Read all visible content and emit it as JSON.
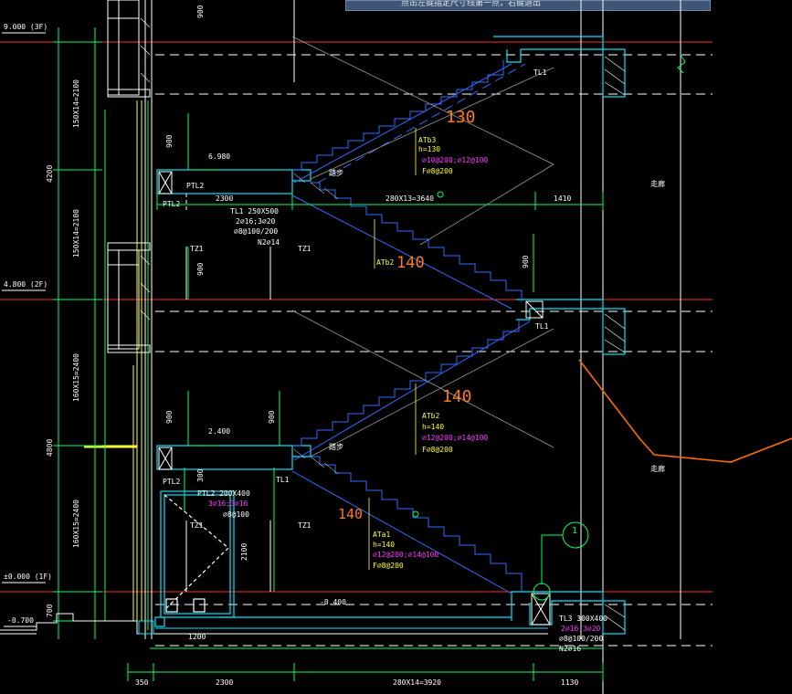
{
  "tooltip": "点击左键指定尺寸线第一点，右键退出",
  "levels": [
    {
      "label": "9.000 (3F)"
    },
    {
      "label": "4.800 (2F)"
    },
    {
      "label": "±0.000 (1F)"
    },
    {
      "label": "-0.700"
    }
  ],
  "left_dims": [
    "150X14=2100",
    "4200",
    "150X14=2100",
    "160X15=2400",
    "4800",
    "160X15=2400",
    "700",
    "900"
  ],
  "flights": {
    "upper": {
      "count": "130",
      "name": "ATb3",
      "h": "h=130",
      "rebar1": "⌀10@200;⌀12@100",
      "rebar2": "F⌀8@200"
    },
    "mid": {
      "count": "140",
      "name": "ATb2"
    },
    "lower": {
      "count": "140",
      "name": "ATb2",
      "h": "h=140",
      "rebar1": "⌀12@200;⌀14@100",
      "rebar2": "F⌀8@200"
    },
    "ground": {
      "count": "140",
      "name": "ATa1",
      "h": "h=140",
      "rebar1": "⌀12@200;⌀14@100",
      "rebar2": "F⌀8@200"
    }
  },
  "beams": {
    "tl1": "TL1 250X500",
    "tl1_r1": "2⌀16;3⌀20",
    "tl1_r2": "⌀8@100/200",
    "tl1_r3": "N2⌀14",
    "ptl2": "PTL2",
    "ptl2_spec": "PTL2 200X400",
    "ptl2_r1": "3⌀16;3⌀16",
    "ptl2_r2": "⌀8@100",
    "tl3": "TL3 300X400",
    "tl3_r1": "2⌀16;3⌀20",
    "tl3_r2": "⌀8@100/200",
    "tl3_r3": "N2⌀16",
    "tz1": "TZ1",
    "tl1_short": "TL1"
  },
  "labels": {
    "corridor": "走廊",
    "elev_6980": "6.980",
    "elev_2400": "2.400",
    "elev_0400": "-0.400",
    "dim_2300": "2300",
    "dim_mid": "280X13=3640",
    "dim_1410": "1410",
    "dim_900": "900",
    "dim_300": "300",
    "dim_2100": "2100",
    "dim_1200": "1200",
    "tread": "踏步",
    "axis_no": "1"
  },
  "bottom_dims": [
    "350",
    "2300",
    "280X14=3920",
    "1130"
  ],
  "colors": {
    "background": "#000000",
    "slab": "#00e5ff",
    "stair": "#2f6bff",
    "dim": "#00ff66",
    "axis": "#ff2b2b",
    "text": "#ffff33",
    "count": "#ff7a1a",
    "rebar": "#ff3cff",
    "wall": "#ffffff"
  }
}
